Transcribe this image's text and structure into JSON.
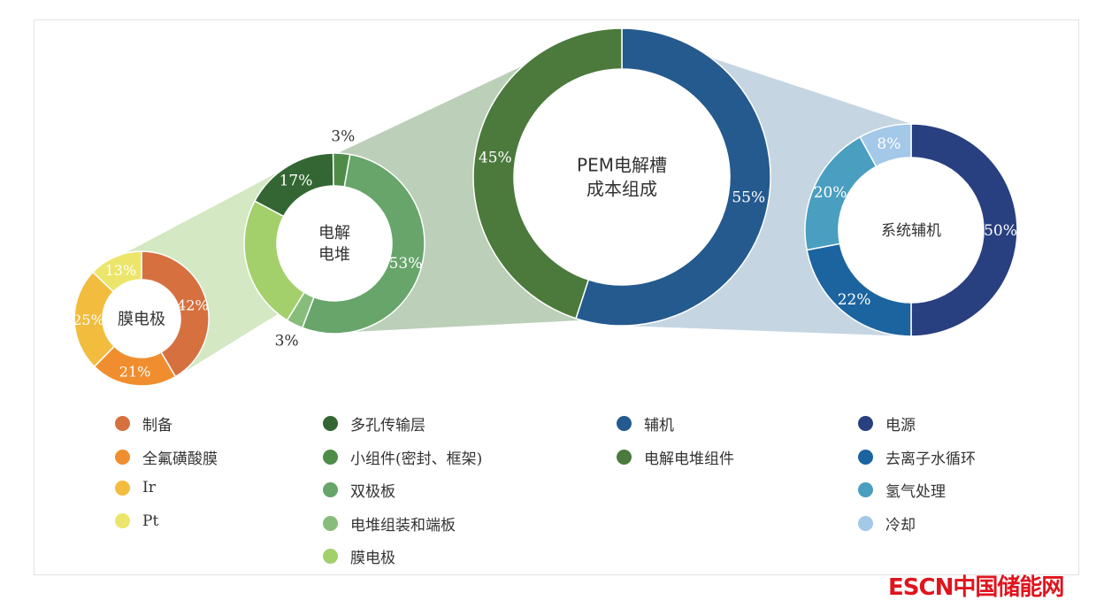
{
  "chart_data": [
    {
      "type": "pie",
      "title": "PEM电解槽\n成本组成",
      "title_lines": [
        "PEM电解槽",
        "成本组成"
      ],
      "start_deg": 0,
      "slices": [
        {
          "name": "辅机",
          "value": 55,
          "label": "55%",
          "color": "#245a8e"
        },
        {
          "name": "电解电堆组件",
          "value": 45,
          "label": "45%",
          "color": "#4b7a3c"
        }
      ]
    },
    {
      "type": "pie",
      "title": "电解电堆",
      "title_lines": [
        "电解",
        "电堆"
      ],
      "start_deg": -62,
      "slices": [
        {
          "name": "多孔传输层",
          "value": 17,
          "label": "17%",
          "color": "#336633"
        },
        {
          "name": "小组件(密封、框架)",
          "value": 3,
          "label": "3%",
          "color": "#4f8c48"
        },
        {
          "name": "双极板",
          "value": 53,
          "label": "53%",
          "color": "#67a56a"
        },
        {
          "name": "电堆组装和端板",
          "value": 3,
          "label": "3%",
          "color": "#87bd7b"
        },
        {
          "name": "膜电极",
          "value": 24,
          "label": null,
          "color": "#a3d06b"
        }
      ]
    },
    {
      "type": "pie",
      "title": "膜电极",
      "title_lines": [
        "膜电极"
      ],
      "start_deg": 0,
      "slices": [
        {
          "name": "制备",
          "value": 42,
          "label": "42%",
          "color": "#d6703f"
        },
        {
          "name": "全氟磺酸膜",
          "value": 21,
          "label": "21%",
          "color": "#f08e2f"
        },
        {
          "name": "Ir",
          "value": 25,
          "label": "25%",
          "color": "#f2bd3f"
        },
        {
          "name": "Pt",
          "value": 13,
          "label": "13%",
          "color": "#ece56b"
        }
      ]
    },
    {
      "type": "pie",
      "title": "系统辅机",
      "title_lines": [
        "系统辅机"
      ],
      "start_deg": 0,
      "slices": [
        {
          "name": "电源",
          "value": 50,
          "label": "50%",
          "color": "#283f80"
        },
        {
          "name": "去离子水循环",
          "value": 22,
          "label": "22%",
          "color": "#1c64a0"
        },
        {
          "name": "氢气处理",
          "value": 20,
          "label": "20%",
          "color": "#4a9ec0"
        },
        {
          "name": "冷却",
          "value": 8,
          "label": "8%",
          "color": "#a3c8e8"
        }
      ]
    }
  ],
  "connector_colors": [
    "#d3e8c3",
    "#bccfb8",
    "#c5d5e2"
  ],
  "legend_columns": [
    [
      {
        "label": "制备",
        "color": "#d6703f"
      },
      {
        "label": "全氟磺酸膜",
        "color": "#f08e2f"
      },
      {
        "label": "Ir",
        "color": "#f2bd3f"
      },
      {
        "label": "Pt",
        "color": "#ece56b"
      }
    ],
    [
      {
        "label": "多孔传输层",
        "color": "#336633"
      },
      {
        "label": "小组件(密封、框架)",
        "color": "#4f8c48"
      },
      {
        "label": "双极板",
        "color": "#67a56a"
      },
      {
        "label": "电堆组装和端板",
        "color": "#87bd7b"
      },
      {
        "label": "膜电极",
        "color": "#a3d06b"
      }
    ],
    [
      {
        "label": "辅机",
        "color": "#245a8e"
      },
      {
        "label": "电解电堆组件",
        "color": "#4b7a3c"
      }
    ],
    [
      {
        "label": "电源",
        "color": "#283f80"
      },
      {
        "label": "去离子水循环",
        "color": "#1c64a0"
      },
      {
        "label": "氢气处理",
        "color": "#4a9ec0"
      },
      {
        "label": "冷却",
        "color": "#a3c8e8"
      }
    ]
  ],
  "watermark": "ESCN中国储能网"
}
